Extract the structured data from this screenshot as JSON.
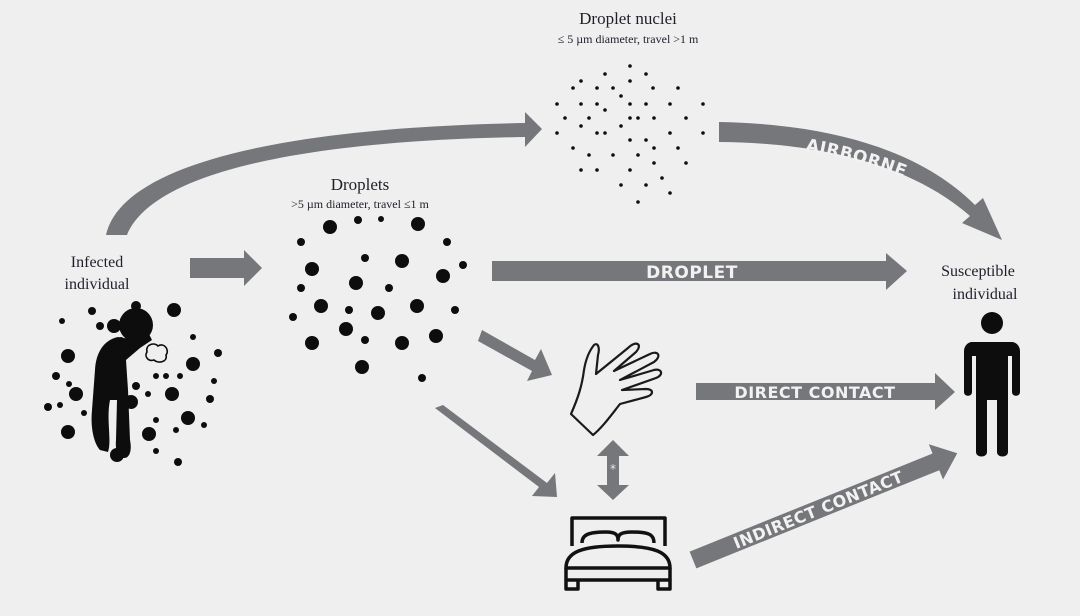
{
  "nodes": {
    "droplet_nuclei": {
      "title": "Droplet nuclei",
      "subtitle": "≤ 5 µm diameter, travel >1 m"
    },
    "droplets": {
      "title": "Droplets",
      "subtitle": ">5 µm diameter, travel ≤1 m"
    },
    "infected": {
      "line1": "Infected",
      "line2": "individual"
    },
    "susceptible": {
      "line1": "Susceptible",
      "line2": "individual"
    }
  },
  "routes": {
    "airborne": "AIRBORNE",
    "droplet": "DROPLET",
    "direct_contact": "DIRECT CONTACT",
    "indirect_contact": "INDIRECT CONTACT",
    "hand_surface_marker": "*"
  },
  "icons": {
    "infected": "coughing-person-icon",
    "susceptible": "standing-person-icon",
    "hand": "hand-icon",
    "bed": "bed-icon"
  },
  "colors": {
    "arrow": "#76777b",
    "arrow_text": "#f2f2f2",
    "particle": "#0d0d0d",
    "background": "#efefef"
  }
}
